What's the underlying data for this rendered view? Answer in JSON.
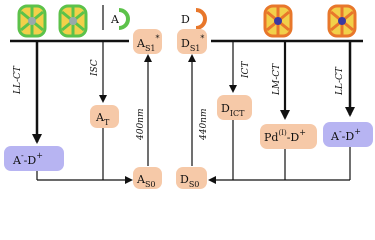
{
  "left_panel": {
    "acceptor_label": "A",
    "states": {
      "as1": {
        "base": "A",
        "sub": "S1",
        "sup": "*"
      },
      "at": {
        "base": "A",
        "sub": "T"
      },
      "as0": {
        "base": "A",
        "sub": "S0"
      },
      "cs": {
        "base": "A",
        "mid": "-D",
        "sup": "+",
        "sup_a": "-"
      }
    },
    "arrows": {
      "llct": "LL-CT",
      "isc": "ISC",
      "absorb": "400nm"
    }
  },
  "right_panel": {
    "donor_label": "D",
    "states": {
      "ds1": {
        "base": "D",
        "sub": "S1",
        "sup": "*"
      },
      "dict": {
        "base": "D",
        "sub": "ICT"
      },
      "ds0": {
        "base": "D",
        "sub": "S0"
      },
      "pd": {
        "base": "Pd",
        "sup1": "(I)",
        "mid": "-D",
        "sup2": "+"
      },
      "cs": {
        "base": "A",
        "sup_a": "-",
        "mid": "-D",
        "sup": "+"
      }
    },
    "arrows": {
      "ict": "ICT",
      "lmct": "LM-CT",
      "llct": "LL-CT",
      "absorb": "440nm"
    }
  },
  "colors": {
    "green_cage": "#5cc24a",
    "orange_cage": "#e8772b",
    "purple_box": "#b7b4f2",
    "peach_box": "#f6c9a8"
  }
}
